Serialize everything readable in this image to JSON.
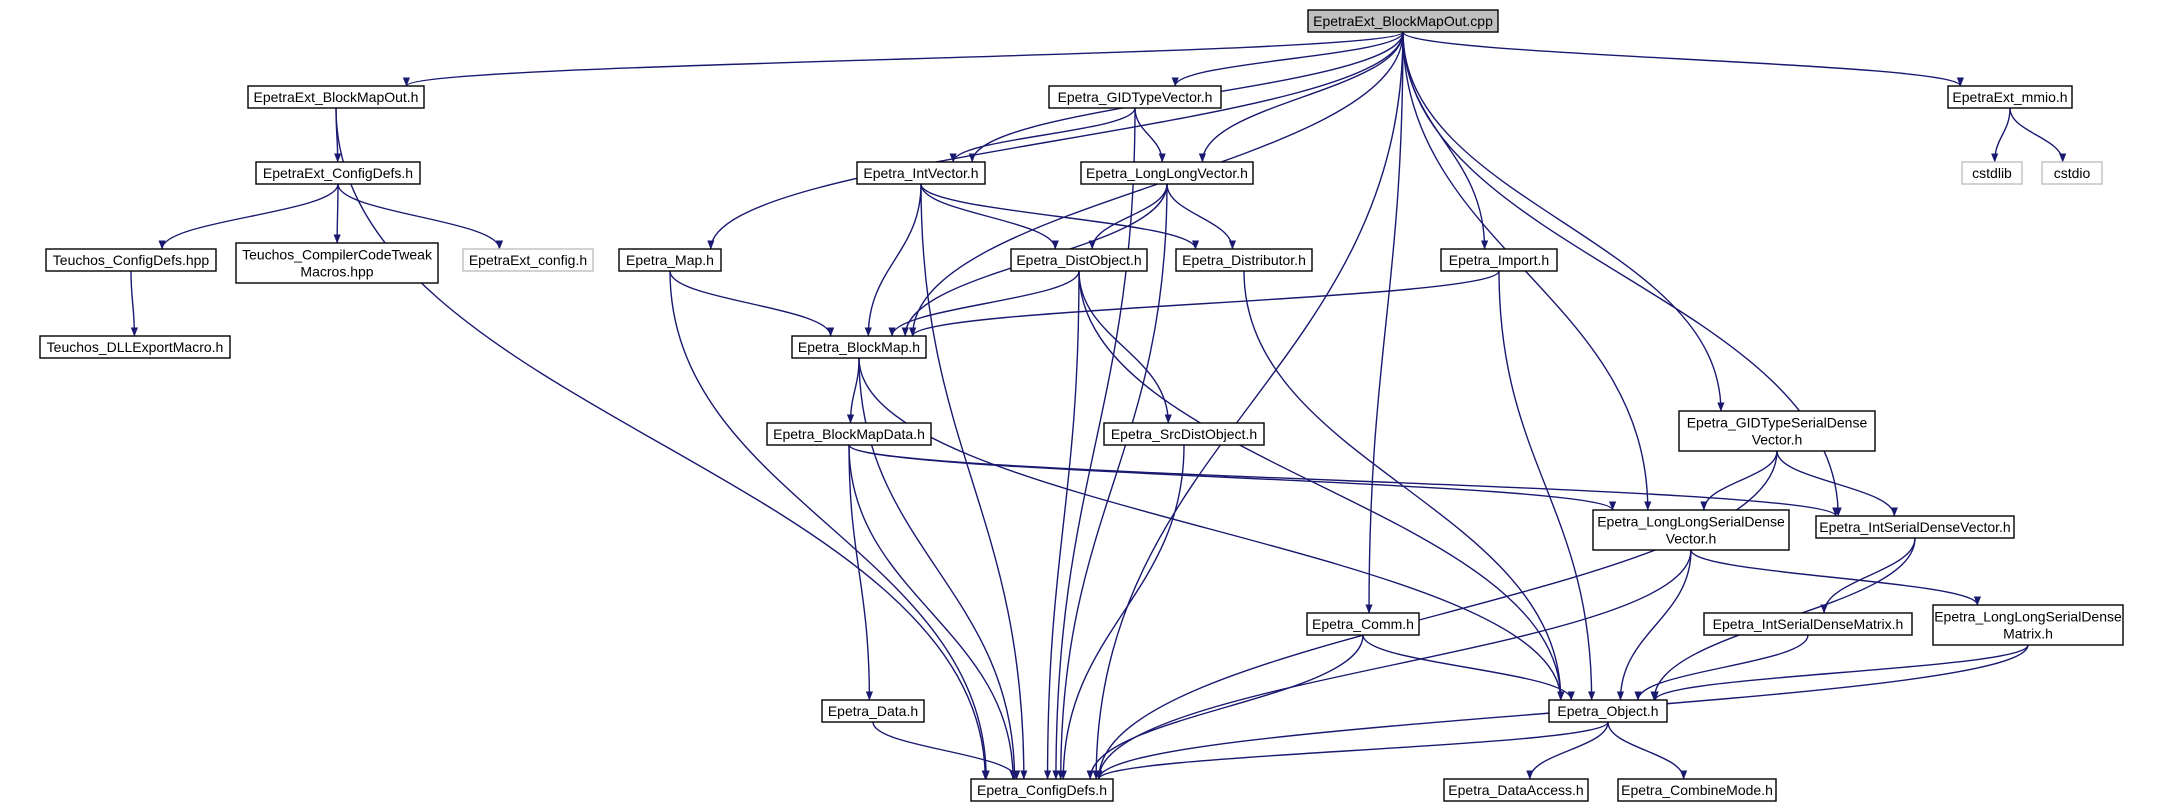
{
  "colors": {
    "edge": "#191970",
    "node_border": "#000000",
    "external_border": "#bfbfbf",
    "root_fill": "#bfbfbf",
    "node_fill": "#ffffff"
  },
  "nodes": [
    {
      "id": "root",
      "lines": [
        "EpetraExt_BlockMapOut.cpp"
      ],
      "kind": "root"
    },
    {
      "id": "bmout_h",
      "lines": [
        "EpetraExt_BlockMapOut.h"
      ]
    },
    {
      "id": "cfgdefs_ext",
      "lines": [
        "EpetraExt_ConfigDefs.h"
      ]
    },
    {
      "id": "teuchos_cfg",
      "lines": [
        "Teuchos_ConfigDefs.hpp"
      ]
    },
    {
      "id": "teuchos_ctm",
      "lines": [
        "Teuchos_CompilerCodeTweak",
        "Macros.hpp"
      ]
    },
    {
      "id": "ext_config",
      "lines": [
        "EpetraExt_config.h"
      ],
      "kind": "external"
    },
    {
      "id": "teuchos_dll",
      "lines": [
        "Teuchos_DLLExportMacro.h"
      ]
    },
    {
      "id": "map",
      "lines": [
        "Epetra_Map.h"
      ]
    },
    {
      "id": "gidvec",
      "lines": [
        "Epetra_GIDTypeVector.h"
      ]
    },
    {
      "id": "intvec",
      "lines": [
        "Epetra_IntVector.h"
      ]
    },
    {
      "id": "llvec",
      "lines": [
        "Epetra_LongLongVector.h"
      ]
    },
    {
      "id": "distobj",
      "lines": [
        "Epetra_DistObject.h"
      ]
    },
    {
      "id": "distributor",
      "lines": [
        "Epetra_Distributor.h"
      ]
    },
    {
      "id": "import",
      "lines": [
        "Epetra_Import.h"
      ]
    },
    {
      "id": "blockmap",
      "lines": [
        "Epetra_BlockMap.h"
      ]
    },
    {
      "id": "bmdata",
      "lines": [
        "Epetra_BlockMapData.h"
      ]
    },
    {
      "id": "srcdist",
      "lines": [
        "Epetra_SrcDistObject.h"
      ]
    },
    {
      "id": "gidsdv",
      "lines": [
        "Epetra_GIDTypeSerialDense",
        "Vector.h"
      ]
    },
    {
      "id": "llsdv",
      "lines": [
        "Epetra_LongLongSerialDense",
        "Vector.h"
      ]
    },
    {
      "id": "isdv",
      "lines": [
        "Epetra_IntSerialDenseVector.h"
      ]
    },
    {
      "id": "comm",
      "lines": [
        "Epetra_Comm.h"
      ]
    },
    {
      "id": "isdm",
      "lines": [
        "Epetra_IntSerialDenseMatrix.h"
      ]
    },
    {
      "id": "llsdm",
      "lines": [
        "Epetra_LongLongSerialDense",
        "Matrix.h"
      ]
    },
    {
      "id": "data",
      "lines": [
        "Epetra_Data.h"
      ]
    },
    {
      "id": "object",
      "lines": [
        "Epetra_Object.h"
      ]
    },
    {
      "id": "configdefs",
      "lines": [
        "Epetra_ConfigDefs.h"
      ]
    },
    {
      "id": "dataaccess",
      "lines": [
        "Epetra_DataAccess.h"
      ]
    },
    {
      "id": "combinemode",
      "lines": [
        "Epetra_CombineMode.h"
      ]
    },
    {
      "id": "mmio",
      "lines": [
        "EpetraExt_mmio.h"
      ]
    },
    {
      "id": "cstdlib",
      "lines": [
        "cstdlib"
      ],
      "kind": "external"
    },
    {
      "id": "cstdio",
      "lines": [
        "cstdio"
      ],
      "kind": "external"
    }
  ],
  "edges": [
    [
      "root",
      "bmout_h"
    ],
    [
      "root",
      "map"
    ],
    [
      "root",
      "intvec"
    ],
    [
      "root",
      "blockmap"
    ],
    [
      "root",
      "gidvec"
    ],
    [
      "root",
      "llvec"
    ],
    [
      "root",
      "configdefs"
    ],
    [
      "root",
      "import"
    ],
    [
      "root",
      "comm"
    ],
    [
      "root",
      "llsdv"
    ],
    [
      "root",
      "gidsdv"
    ],
    [
      "root",
      "isdv"
    ],
    [
      "root",
      "mmio"
    ],
    [
      "bmout_h",
      "cfgdefs_ext"
    ],
    [
      "bmout_h",
      "configdefs"
    ],
    [
      "cfgdefs_ext",
      "teuchos_cfg"
    ],
    [
      "cfgdefs_ext",
      "teuchos_ctm"
    ],
    [
      "cfgdefs_ext",
      "ext_config"
    ],
    [
      "teuchos_cfg",
      "teuchos_dll"
    ],
    [
      "mmio",
      "cstdlib"
    ],
    [
      "mmio",
      "cstdio"
    ],
    [
      "gidvec",
      "intvec"
    ],
    [
      "gidvec",
      "llvec"
    ],
    [
      "gidvec",
      "configdefs"
    ],
    [
      "intvec",
      "distobj"
    ],
    [
      "intvec",
      "distributor"
    ],
    [
      "intvec",
      "blockmap"
    ],
    [
      "intvec",
      "configdefs"
    ],
    [
      "llvec",
      "distobj"
    ],
    [
      "llvec",
      "distributor"
    ],
    [
      "llvec",
      "blockmap"
    ],
    [
      "llvec",
      "configdefs"
    ],
    [
      "map",
      "blockmap"
    ],
    [
      "map",
      "configdefs"
    ],
    [
      "distobj",
      "blockmap"
    ],
    [
      "distobj",
      "srcdist"
    ],
    [
      "distobj",
      "configdefs"
    ],
    [
      "distobj",
      "object"
    ],
    [
      "distributor",
      "object"
    ],
    [
      "import",
      "blockmap"
    ],
    [
      "import",
      "object"
    ],
    [
      "blockmap",
      "bmdata"
    ],
    [
      "blockmap",
      "configdefs"
    ],
    [
      "blockmap",
      "object"
    ],
    [
      "bmdata",
      "data"
    ],
    [
      "bmdata",
      "configdefs"
    ],
    [
      "bmdata",
      "llsdv"
    ],
    [
      "bmdata",
      "isdv"
    ],
    [
      "srcdist",
      "configdefs"
    ],
    [
      "gidsdv",
      "llsdv"
    ],
    [
      "gidsdv",
      "isdv"
    ],
    [
      "gidsdv",
      "configdefs"
    ],
    [
      "llsdv",
      "object"
    ],
    [
      "llsdv",
      "configdefs"
    ],
    [
      "llsdv",
      "llsdm"
    ],
    [
      "isdv",
      "object"
    ],
    [
      "isdv",
      "isdm"
    ],
    [
      "comm",
      "object"
    ],
    [
      "comm",
      "configdefs"
    ],
    [
      "isdm",
      "object"
    ],
    [
      "llsdm",
      "object"
    ],
    [
      "llsdm",
      "configdefs"
    ],
    [
      "data",
      "configdefs"
    ],
    [
      "object",
      "configdefs"
    ],
    [
      "object",
      "dataaccess"
    ],
    [
      "object",
      "combinemode"
    ]
  ]
}
